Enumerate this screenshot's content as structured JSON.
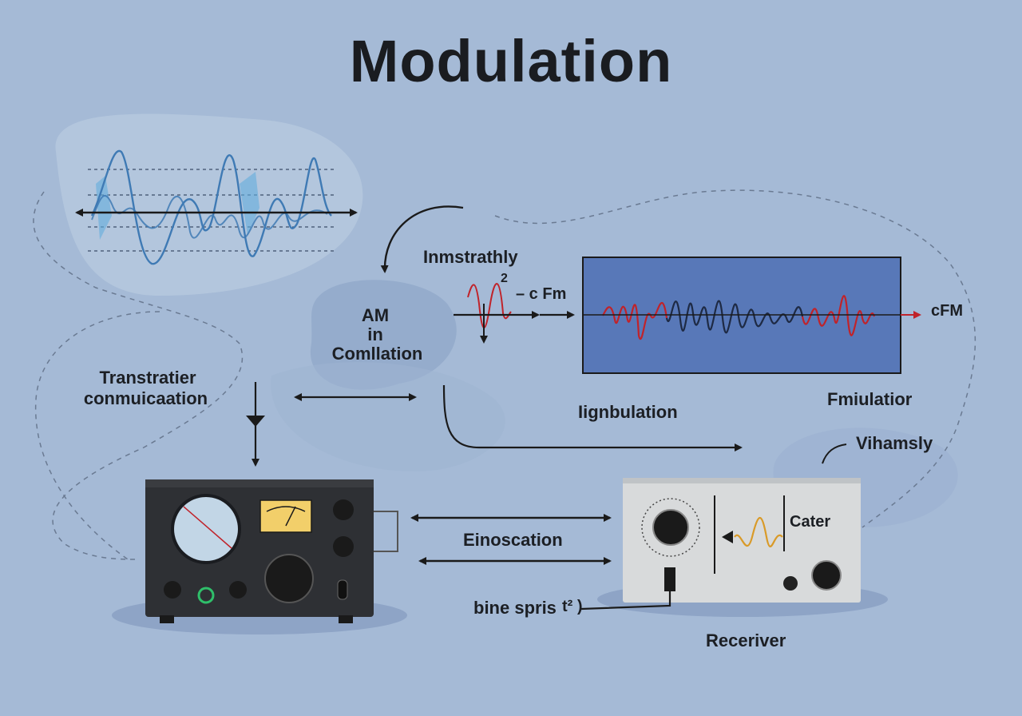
{
  "title": "Modulation",
  "labels": {
    "inmstrathly": "Inmstrathly",
    "superscript": "2",
    "cfm_small": "– c Fm",
    "cfm_right": "cFM",
    "am_line1": "AM",
    "am_line2": "in",
    "am_line3": "Comllation",
    "transmitter_line1": "Transtratier",
    "transmitter_line2": "conmuicaation",
    "ignbulation": "Iignbulation",
    "fmiulatior": "Fmiulatior",
    "vihamsly": "Vihamsly",
    "einoscation": "Einoscation",
    "cater": "Cater",
    "bine_spris": "bine spris",
    "bine_suffix": "t² )",
    "receiver": "Receriver"
  },
  "colors": {
    "background": "#a5bad6",
    "wave_blue": "#3f7ab4",
    "fm_panel": "#5878b8",
    "signal_red": "#c0232a",
    "signal_dark": "#1e2a44",
    "receiver_wave": "#d99a28",
    "meter_face": "#f2cf6a",
    "jack_green": "#2fbf6a"
  },
  "icons": [
    "transmitter-device",
    "receiver-device",
    "dial-knob",
    "vu-meter",
    "arrow"
  ]
}
